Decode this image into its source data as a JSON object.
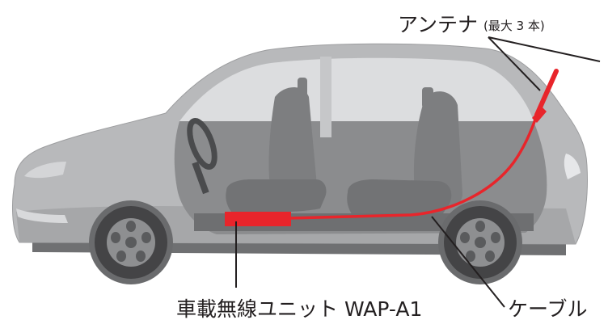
{
  "labels": {
    "antenna": "アンテナ",
    "antenna_note": "(最大 3 本)",
    "unit": "車載無線ユニット WAP-A1",
    "cable": "ケーブル"
  },
  "colors": {
    "body": "#b8b9bb",
    "body_shadow": "#a6a7a9",
    "interior": "#8b8c8e",
    "window": "#dcdddf",
    "seat": "#7d7e80",
    "tire": "#444446",
    "wheel": "#8e8f91",
    "accent_red": "#e8252b",
    "leader": "#231f20"
  }
}
